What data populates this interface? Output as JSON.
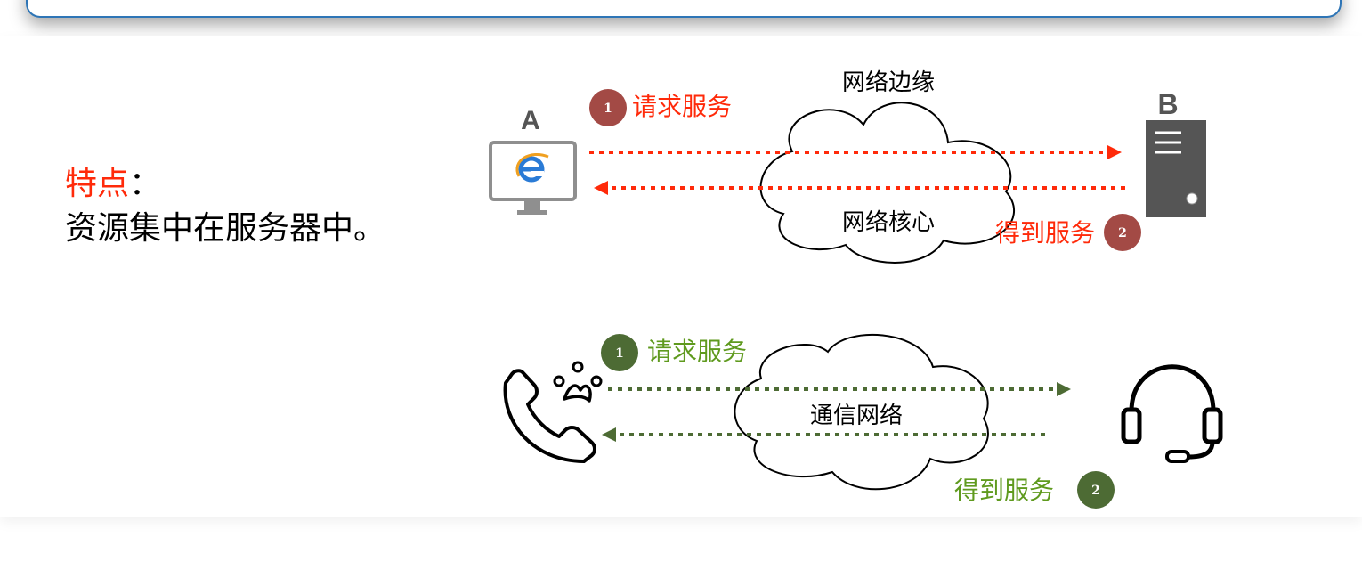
{
  "left_panel": {
    "feature_title": "特点",
    "feature_colon": "：",
    "feature_body": "资源集中在服务器中。"
  },
  "diagram_top": {
    "host_a_label": "A",
    "host_b_label": "B",
    "cloud_top_label": "网络边缘",
    "cloud_core_label": "网络核心",
    "step1_number": "1",
    "step1_label": "请求服务",
    "step2_number": "2",
    "step2_label": "得到服务",
    "arrow_color": "#ff2a0a",
    "badge_color": "#a34a45"
  },
  "diagram_bottom": {
    "cloud_label": "通信网络",
    "step1_number": "1",
    "step1_label": "请求服务",
    "step2_number": "2",
    "step2_label": "得到服务",
    "arrow_color": "#4d6b34",
    "text_color": "#5f9a1e",
    "badge_color": "#4d6b34"
  }
}
